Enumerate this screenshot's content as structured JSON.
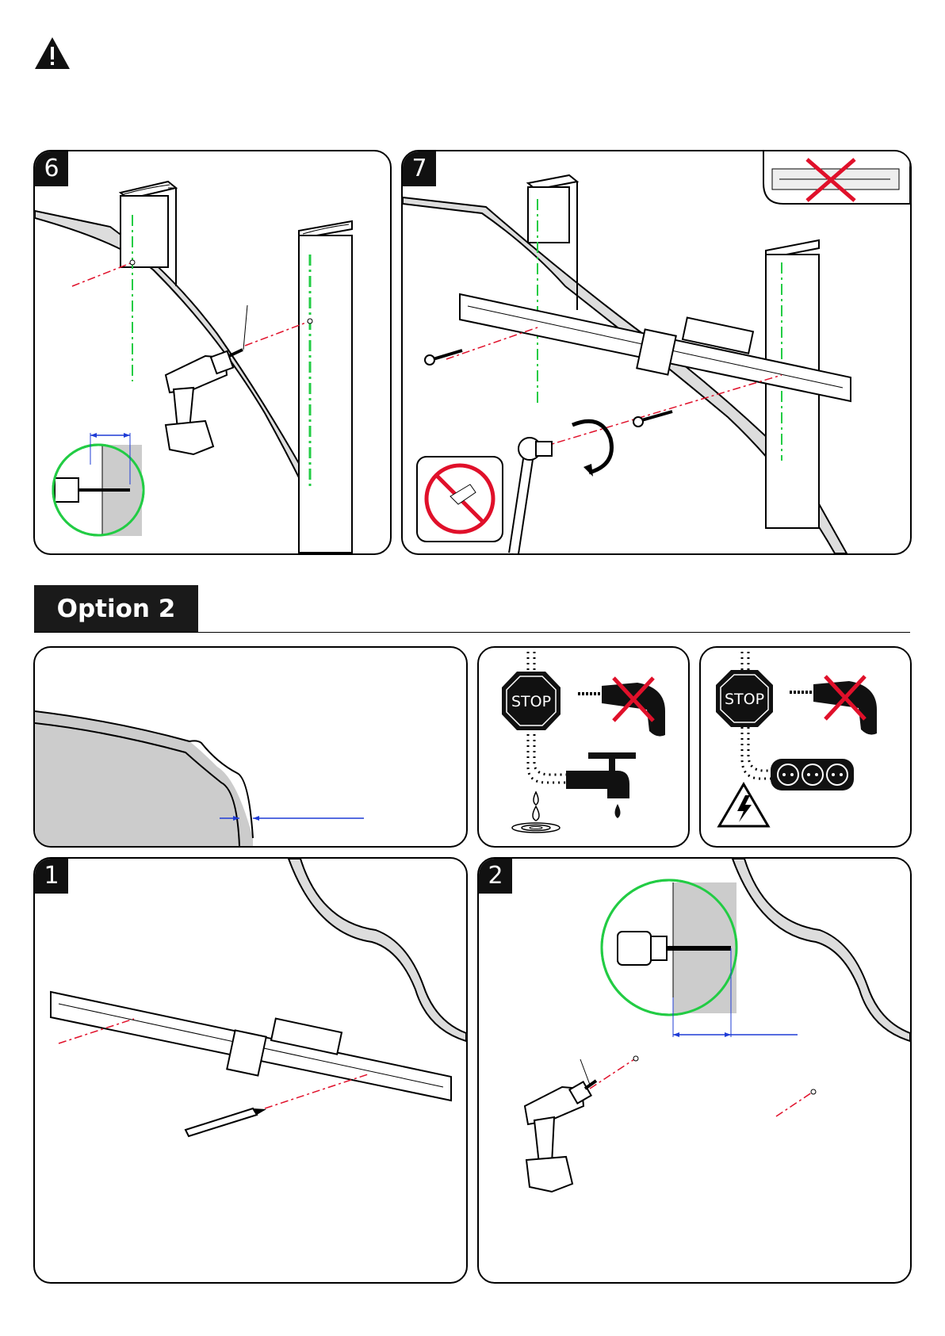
{
  "warning_icon": "warning-triangle-icon",
  "steps": {
    "step6": {
      "number": "6"
    },
    "step7": {
      "number": "7"
    },
    "opt2_step1": {
      "number": "1"
    },
    "opt2_step2": {
      "number": "2"
    }
  },
  "option_section": {
    "title": "Option 2"
  },
  "warnings": {
    "water_panel": {
      "stop_label": "STOP",
      "icons": [
        "stop-sign-icon",
        "drill-crossed-icon",
        "water-tap-icon",
        "water-drop-icon"
      ]
    },
    "electric_panel": {
      "stop_label": "STOP",
      "icons": [
        "stop-sign-icon",
        "drill-crossed-icon",
        "power-outlet-icon",
        "high-voltage-icon"
      ]
    }
  },
  "colors": {
    "stud_centerline": "#22cc44",
    "drill_line": "#e0102a",
    "dimension": "#1f3cd6",
    "prohibited": "#e0102a",
    "zoom_circle": "#22cc44"
  }
}
